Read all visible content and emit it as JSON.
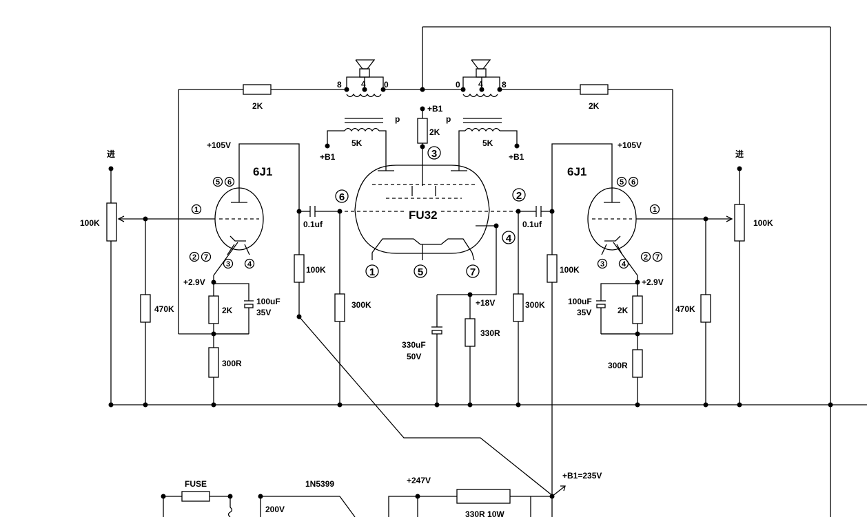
{
  "tubes": {
    "output": "FU32",
    "driver_left": "6J1",
    "driver_right": "6J1"
  },
  "pins": [
    "1",
    "2",
    "3",
    "4",
    "5",
    "6",
    "7"
  ],
  "labels": {
    "input_left": "进",
    "input_right": "进",
    "vol_left": "100K",
    "vol_right": "100K",
    "fb_left": "2K",
    "fb_right": "2K",
    "tap_8": "8",
    "tap_4": "4",
    "tap_0": "0",
    "plate_p": "p",
    "pri_5k": "5K",
    "plus_b1": "+B1",
    "screen_2k": "2K",
    "plus_105v": "+105V",
    "grid_470k": "470K",
    "cathode_2_9v": "+2.9V",
    "cathode_2k": "2K",
    "cap_100uf": "100uF",
    "cap_35v": "35V",
    "cathode_300r": "300R",
    "plate_100k": "100K",
    "grid_300k": "300K",
    "coupling_cap": "0.1uf",
    "plus_18v": "+18V",
    "cap_330uf": "330uF",
    "cap_50v": "50V",
    "res_330r": "330R",
    "fuse": "FUSE",
    "diode": "1N5399",
    "ac_200v": "200V",
    "plus_247v": "+247V",
    "plus_b1_235v": "+B1=235V",
    "res_330r_10w": "330R 10W"
  }
}
